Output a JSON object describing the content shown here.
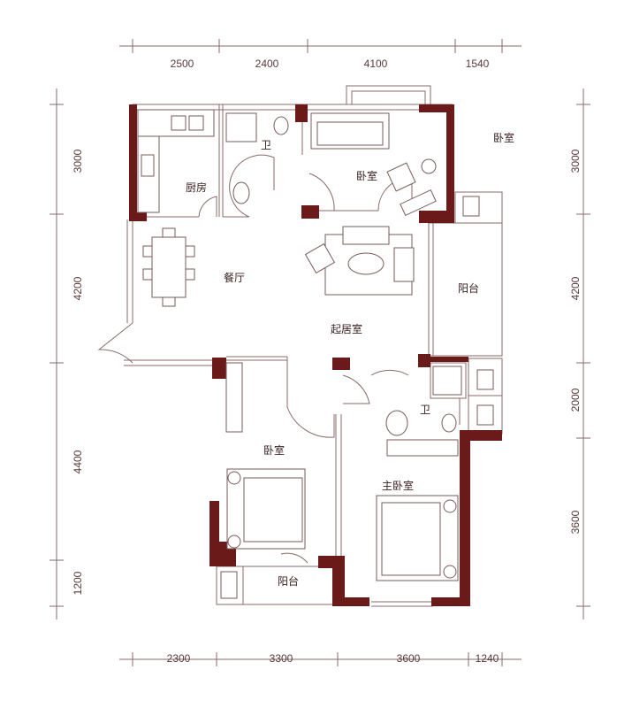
{
  "dimensions": {
    "top": [
      "2500",
      "2400",
      "4100",
      "1540"
    ],
    "bottom": [
      "2300",
      "3300",
      "3600",
      "1240"
    ],
    "left": [
      "3000",
      "4200",
      "4400",
      "1200"
    ],
    "right": [
      "3000",
      "4200",
      "2000",
      "3600"
    ]
  },
  "rooms": {
    "kitchen": "厨房",
    "bath_top": "卫",
    "bedroom_top": "卧室",
    "bedroom_outside": "卧室",
    "dining": "餐厅",
    "living": "起居室",
    "balcony_right": "阳台",
    "bath_right": "卫",
    "bedroom_left": "卧室",
    "master_bedroom": "主卧室",
    "balcony_bottom": "阳台"
  },
  "colors": {
    "wall": "#6b1a1a",
    "line": "#8a6a6a",
    "text": "#3a2020"
  }
}
